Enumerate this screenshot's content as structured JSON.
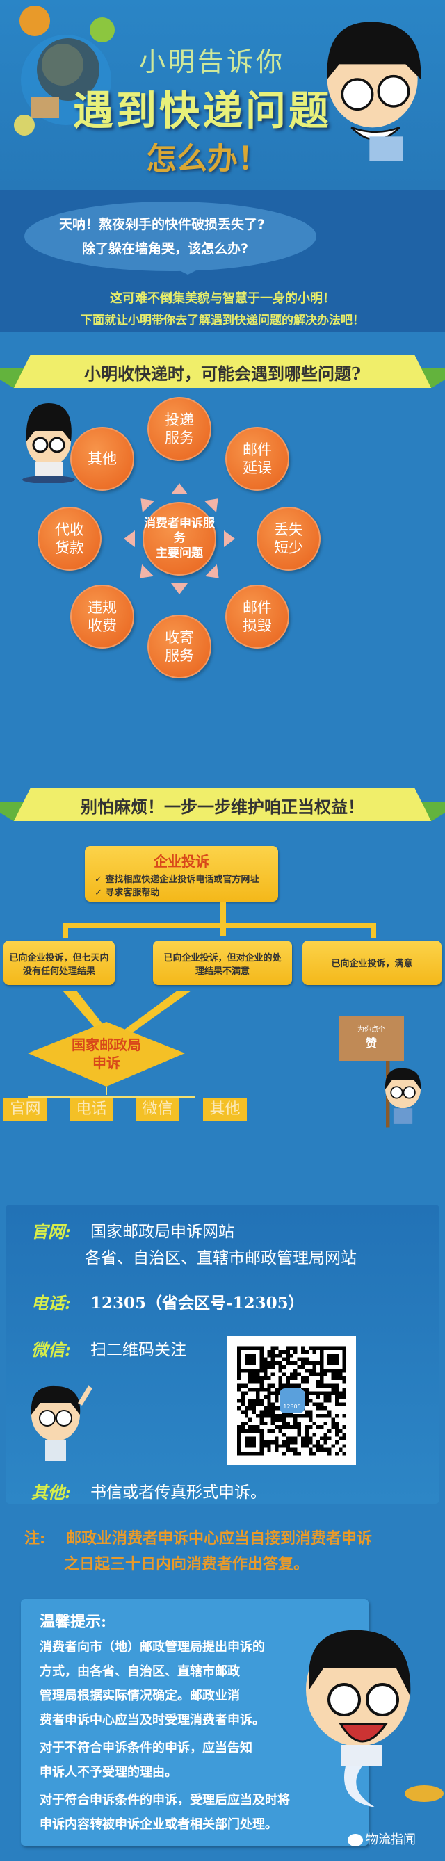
{
  "header": {
    "subtitle": "小明告诉你",
    "title": "遇到快递问题",
    "title2": "怎么办！"
  },
  "bubble": {
    "line1": "天呐！熬夜剁手的快件破损丢失了?",
    "line2": "除了躲在墙角哭，该怎么办?"
  },
  "intro": {
    "line1": "这可难不倒集美貌与智慧于一身的小明！",
    "line2": "下面就让小明带你去了解遇到快递问题的解决办法吧！"
  },
  "section1": {
    "banner": "小明收快递时，可能会遇到哪些问题?",
    "center": [
      "消费者申诉服务",
      "主要问题"
    ],
    "items": [
      [
        "投递",
        "服务"
      ],
      [
        "邮件",
        "延误"
      ],
      [
        "丢失",
        "短少"
      ],
      [
        "邮件",
        "损毁"
      ],
      [
        "收寄",
        "服务"
      ],
      [
        "违规",
        "收费"
      ],
      [
        "代收",
        "货款"
      ],
      [
        "其他"
      ]
    ]
  },
  "section2": {
    "banner": "别怕麻烦！一步一步维护咱正当权益！",
    "enterprise": {
      "title": "企业投诉",
      "items": [
        "查找相应快递企业投诉电话或官方网址",
        "寻求客服帮助"
      ]
    },
    "outcomes": [
      "已向企业投诉，但七天内没有任何处理结果",
      "已向企业投诉，但对企业的处理结果不满意",
      "已向企业投诉，满意"
    ],
    "sign": {
      "line1": "为你点个",
      "line2": "赞"
    },
    "spb": [
      "国家邮政局",
      "申诉"
    ],
    "channels": [
      "官网",
      "电话",
      "微信",
      "其他"
    ]
  },
  "contact": {
    "web_label": "官网:",
    "web_lines": [
      "国家邮政局申诉网站",
      "各省、自治区、直辖市邮政管理局网站"
    ],
    "phone_label": "电话:",
    "phone": "12305（省会区号-12305）",
    "wechat_label": "微信:",
    "wechat": "扫二维码关注",
    "qr_badge": "12305",
    "other_label": "其他:",
    "other": "书信或者传真形式申诉。"
  },
  "note": {
    "label": "注:",
    "line1": "邮政业消费者申诉中心应当自接到消费者申诉",
    "line2": "之日起三十日内向消费者作出答复。"
  },
  "tips": {
    "title": "温馨提示:",
    "lines": [
      "消费者向市（地）邮政管理局提出申诉的",
      "方式，由各省、自治区、直辖市邮政",
      "管理局根据实际情况确定。邮政业消",
      "费者申诉中心应当及时受理消费者申诉。",
      "对于不符合申诉条件的申诉，应当告知",
      "申诉人不予受理的理由。",
      "对于符合申诉条件的申诉，受理后应当及时将",
      "申诉内容转被申诉企业或者相关部门处理。"
    ]
  },
  "watermark": {
    "source": "物流指闻"
  },
  "colors": {
    "bg": "#2a7fc0",
    "orange": "#e8621c",
    "yellow": "#f4c026",
    "banner": "#f0ee6a",
    "green": "#63b33d"
  }
}
